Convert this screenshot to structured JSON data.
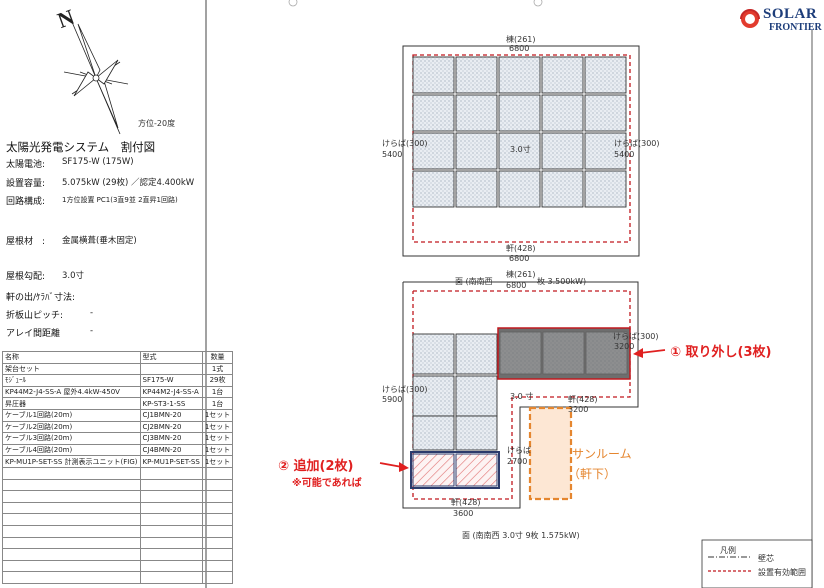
{
  "logo": {
    "line1": "SOLAR",
    "line2": "FRONTIER"
  },
  "compass": {
    "north_label": "N",
    "bearing": "方位-20度"
  },
  "spec": {
    "title": "太陽光発電システム　割付図",
    "rows": [
      {
        "label": "太陽電池:",
        "value": "SF175-W (175W)"
      },
      {
        "label": "設置容量:",
        "value": "5.075kW (29枚) ／認定4.400kW"
      },
      {
        "label": "回路構成:",
        "value": "1方位設置 PC1(3直9並 2直昇1回路)"
      },
      {
        "label": "屋根材　:",
        "value": "金属横葺(垂木固定)"
      },
      {
        "label": "屋根勾配:",
        "value": "3.0寸"
      },
      {
        "label": "軒の出/ｹﾗﾊﾞ寸法:",
        "value": ""
      },
      {
        "label": "折板山ピッチ:",
        "value": "-"
      },
      {
        "label": "アレイ間距離",
        "value": "-"
      }
    ]
  },
  "parts_table": {
    "headers": [
      "名称",
      "型式",
      "数量"
    ],
    "rows": [
      [
        "架台セット",
        "",
        "1式"
      ],
      [
        "ﾓｼﾞｭｰﾙ",
        "SF175-W",
        "29枚"
      ],
      [
        "KP44M2-J4-SS-A 屋外4.4kW-450V",
        "KP44M2-J4-SS-A",
        "1台"
      ],
      [
        "昇圧器",
        "KP-ST3-1-SS",
        "1台"
      ],
      [
        "ケーブル1回路(20m)",
        "CJ1BMN-20",
        "1セット"
      ],
      [
        "ケーブル2回路(20m)",
        "CJ2BMN-20",
        "1セット"
      ],
      [
        "ケーブル3回路(20m)",
        "CJ3BMN-20",
        "1セット"
      ],
      [
        "ケーブル4回路(20m)",
        "CJ4BMN-20",
        "1セット"
      ],
      [
        "KP-MU1P-SET-SS 計測表示ユニット(FIG)",
        "KP-MU1P-SET-SS",
        "1セット"
      ],
      [
        "",
        "",
        ""
      ],
      [
        "",
        "",
        ""
      ],
      [
        "",
        "",
        ""
      ],
      [
        "",
        "",
        ""
      ],
      [
        "",
        "",
        ""
      ],
      [
        "",
        "",
        ""
      ],
      [
        "",
        "",
        ""
      ],
      [
        "",
        "",
        ""
      ],
      [
        "",
        "",
        ""
      ],
      [
        "",
        "",
        ""
      ]
    ]
  },
  "roof_top": {
    "ridge": "棟(261)",
    "ridge_len": "6800",
    "eave": "軒(428)",
    "eave_len": "6800",
    "verge_left": "けらば(300)",
    "verge_left_len": "5400",
    "verge_right": "けらば(300)",
    "verge_right_len": "5400",
    "pitch": "3.0寸"
  },
  "roof_bottom": {
    "face_top": "面 (南南西",
    "ridge": "棟(261)",
    "ridge_len": "6800",
    "count_top": "枚 3.500kW)",
    "verge_right": "けらば(300)",
    "verge_right_len": "3200",
    "verge_left": "けらば(300)",
    "verge_left_len": "5900",
    "pitch": "3.0 寸",
    "eave_mid": "軒(428)",
    "eave_mid_len": "3200",
    "verge_inner": "けらば",
    "verge_inner_len": "2700",
    "eave_bottom": "軒(428)",
    "eave_bottom_len": "3600",
    "face_bottom": "面 (南南西 3.0寸 9枚 1.575kW)"
  },
  "annotations": {
    "remove": "① 取り外し(3枚)",
    "add": "② 追加(2枚)",
    "add_note": "※可能であれば",
    "sunroom": "サンルーム",
    "sunroom_sub": "（軒下）"
  },
  "legend": {
    "title": "凡例",
    "wall": "壁芯",
    "area": "設置有効範囲"
  },
  "colors": {
    "red_dash": "#c0181e",
    "callout_red": "#e02020",
    "orange": "#e5862f",
    "navy": "#2b3a6b"
  }
}
